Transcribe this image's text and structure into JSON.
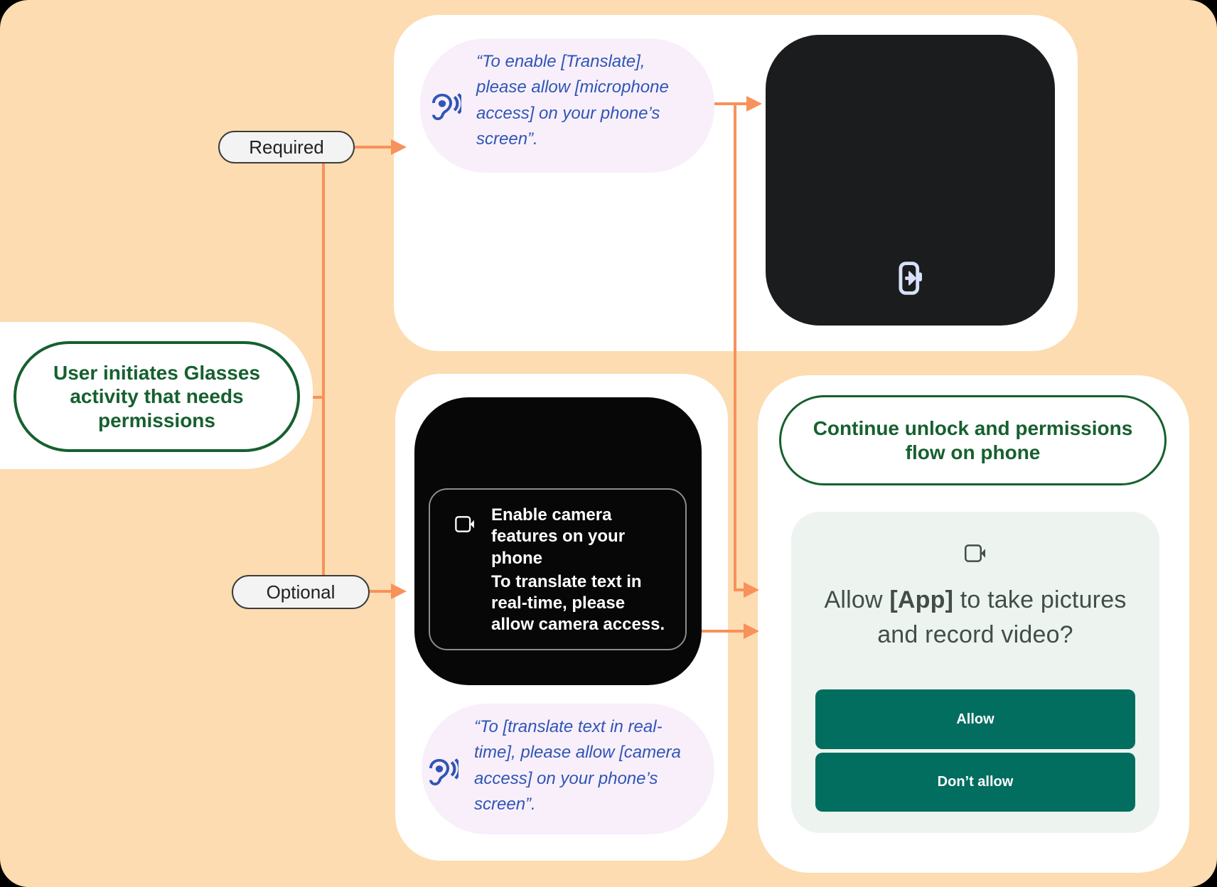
{
  "palette": {
    "page_bg": "#000000",
    "canvas_bg": "#FCDCB0",
    "connector_orange": "#F7925A",
    "card_white": "#FFFFFF",
    "bubble_lavender": "#F8EFFB",
    "voice_blue": "#2F55B5",
    "flow_green": "#16602F",
    "screen_dark": "#1B1C1E",
    "screen_black": "#070708",
    "mint_bg": "#EDF4F0",
    "teal_button": "#016E5F",
    "dialog_text": "#414E48",
    "pill_bg": "#F3F3F4",
    "pill_border": "#3C3C3C",
    "pill_text": "#202124",
    "phone_icon_blue": "#D7E1F8",
    "glass_box_border": "#8C8C8C"
  },
  "start_node": {
    "label_lines": [
      "User initiates Glasses",
      "activity that needs",
      "permissions"
    ]
  },
  "branches": {
    "required_label": "Required",
    "optional_label": "Optional"
  },
  "required_flow": {
    "voice_bubble_lines": [
      "“To enable [Translate],",
      "please allow [microphone",
      "access] on your phone’s",
      "screen”."
    ]
  },
  "optional_flow": {
    "glasses_screen": {
      "heading_lines": [
        "Enable camera",
        "features on your",
        "phone"
      ],
      "body_lines": [
        "To translate text in",
        "real-time, please",
        "allow camera access."
      ]
    },
    "voice_bubble_lines": [
      "“To [translate text in real-",
      "time], please allow [camera",
      "access] on your phone’s",
      "screen”."
    ]
  },
  "phone_flow": {
    "node_label_lines": [
      "Continue unlock and permissions",
      "flow on phone"
    ],
    "dialog": {
      "title_line1_pre": "Allow ",
      "title_line1_app": "[App]",
      "title_line1_post": " to take pictures",
      "title_line2": "and record video?",
      "allow_button": "Allow",
      "dont_allow_button": "Don’t allow"
    }
  },
  "icons": {
    "voice": "hearing-icon",
    "phone_handoff": "phone-arrow-right-icon",
    "camera": "videocam-icon"
  }
}
